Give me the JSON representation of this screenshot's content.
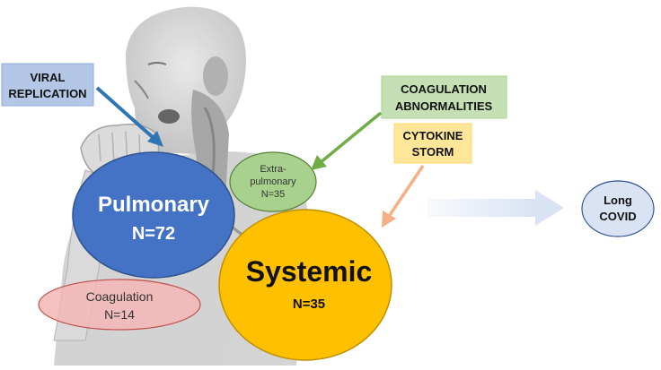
{
  "labels": {
    "viral_replication": [
      "VIRAL",
      "REPLICATION"
    ],
    "coagulation_abnormalities": [
      "COAGULATION",
      "ABNORMALITIES"
    ],
    "cytokine_storm": [
      "CYTOKINE",
      "STORM"
    ]
  },
  "nodes": {
    "pulmonary": {
      "name": "Pulmonary",
      "count": "N=72"
    },
    "extra_pulmonary": {
      "name_line1": "Extra-",
      "name_line2": "pulmonary",
      "count": "N=35"
    },
    "systemic": {
      "name": "Systemic",
      "count": "N=35"
    },
    "coagulation": {
      "name": "Coagulation",
      "count": "N=14"
    },
    "long_covid": {
      "line1": "Long",
      "line2": "COVID"
    }
  },
  "colors": {
    "pulmonary": "#4472C4",
    "extra_pulmonary": "#A9D18E",
    "systemic": "#FFC000",
    "coagulation": "#F4B6B6",
    "long_covid": "#DAE3F3",
    "viral_box": "#B4C7E7",
    "coag_box": "#C5E0B4",
    "cytokine_box": "#FFE699",
    "blue_arrow": "#2E75B6",
    "green_arrow": "#70AD47",
    "orange_arrow": "#F4B183",
    "progress_arrow": "#DAE3F3"
  },
  "background_image": "person-coughing-illustration"
}
